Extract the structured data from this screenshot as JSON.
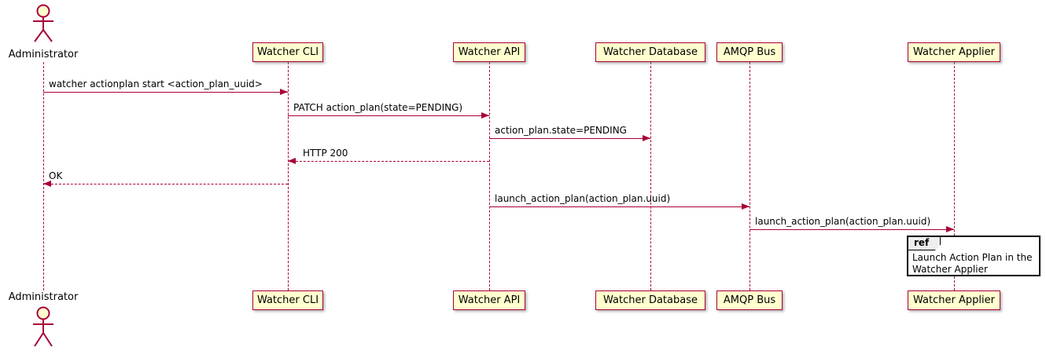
{
  "actor": {
    "label": "Administrator"
  },
  "participants": [
    {
      "label": "Watcher CLI"
    },
    {
      "label": "Watcher API"
    },
    {
      "label": "Watcher Database"
    },
    {
      "label": "AMQP Bus"
    },
    {
      "label": "Watcher Applier"
    }
  ],
  "messages": [
    {
      "label": "watcher actionplan start <action_plan_uuid>",
      "from": "Administrator",
      "to": "Watcher CLI",
      "style": "solid"
    },
    {
      "label": "PATCH action_plan(state=PENDING)",
      "from": "Watcher CLI",
      "to": "Watcher API",
      "style": "solid"
    },
    {
      "label": "action_plan.state=PENDING",
      "from": "Watcher API",
      "to": "Watcher Database",
      "style": "solid"
    },
    {
      "label": "HTTP 200",
      "from": "Watcher API",
      "to": "Watcher CLI",
      "style": "dashed"
    },
    {
      "label": "OK",
      "from": "Watcher CLI",
      "to": "Administrator",
      "style": "dashed"
    },
    {
      "label": "launch_action_plan(action_plan.uuid)",
      "from": "Watcher API",
      "to": "AMQP Bus",
      "style": "solid"
    },
    {
      "label": "launch_action_plan(action_plan.uuid)",
      "from": "AMQP Bus",
      "to": "Watcher Applier",
      "style": "solid"
    }
  ],
  "ref": {
    "keyword": "ref",
    "line1": "Launch Action Plan in the",
    "line2": "Watcher Applier"
  },
  "colors": {
    "participant_fill": "#FEFECE",
    "stroke": "#A80036",
    "text": "#000000"
  }
}
